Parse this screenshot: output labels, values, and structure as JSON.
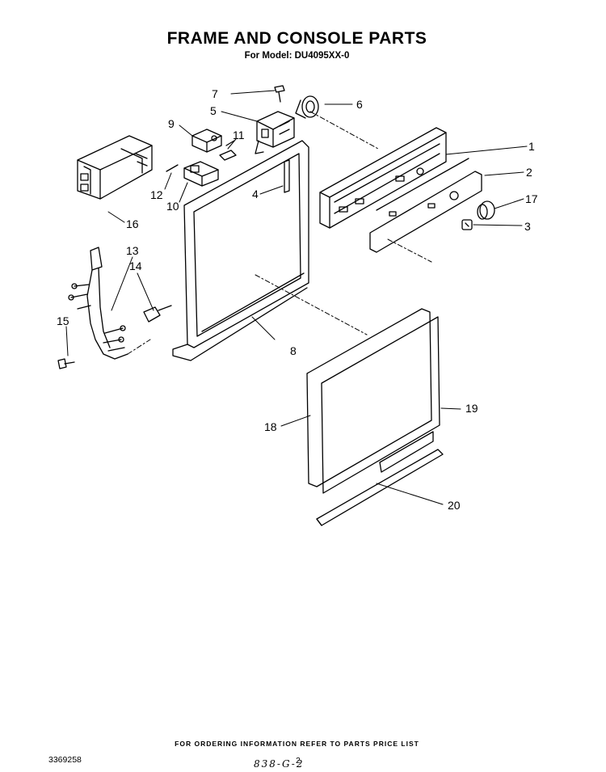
{
  "header": {
    "title": "FRAME AND CONSOLE PARTS",
    "model": "For Model: DU4095XX-0"
  },
  "callouts": [
    "1",
    "2",
    "3",
    "4",
    "5",
    "6",
    "7",
    "8",
    "9",
    "10",
    "11",
    "12",
    "13",
    "14",
    "15",
    "16",
    "17",
    "18",
    "19",
    "20"
  ],
  "footer": {
    "note": "FOR ORDERING INFORMATION REFER TO PARTS PRICE LIST",
    "doc_number": "3369258",
    "page_number": "2",
    "handwritten": "838-G-2"
  }
}
